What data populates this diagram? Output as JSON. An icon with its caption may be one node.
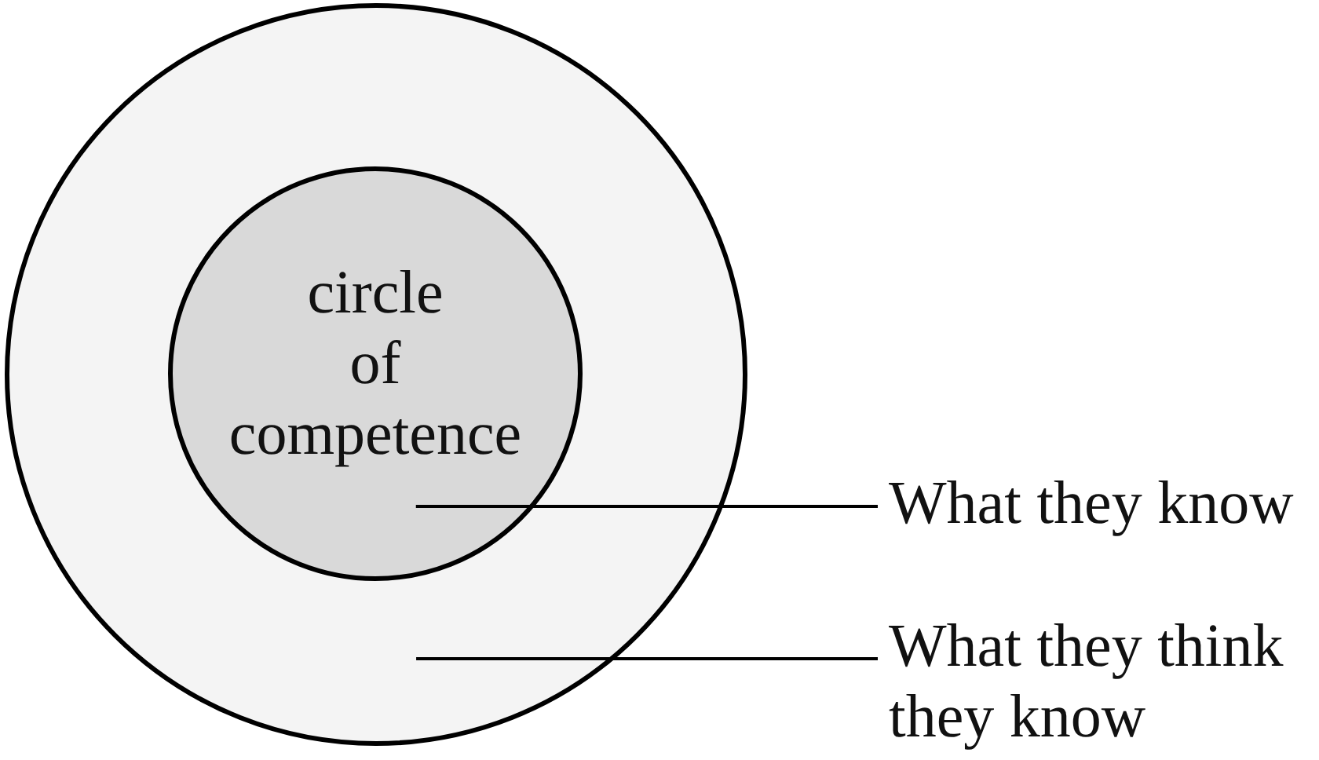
{
  "diagram": {
    "nodes": [
      {
        "text": [],
        "shape": "circle"
      },
      {
        "text": [
          "circle of competence"
        ],
        "in": 0
      },
      {
        "text": [
          "What they know"
        ]
      },
      {
        "text": [
          "What they think they know"
        ]
      }
    ],
    "edges": [
      {
        "from": 2,
        "to": 1,
        "arrow": "none"
      },
      {
        "from": 3,
        "to": 0,
        "arrow": "none"
      }
    ]
  }
}
